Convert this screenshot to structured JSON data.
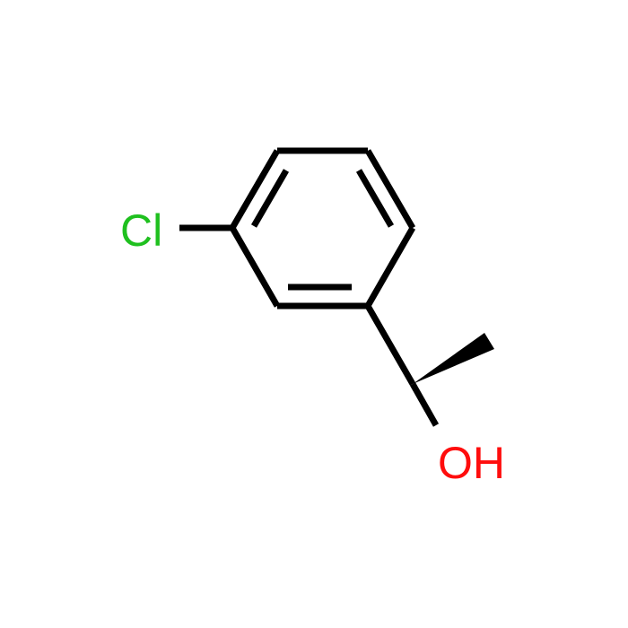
{
  "molecule": {
    "atoms": {
      "chlorine": {
        "symbol": "Cl",
        "color": "#1fc01f"
      },
      "hydroxyl": {
        "symbol": "OH",
        "color": "#ff0d0d"
      }
    },
    "bond_color": "#000000",
    "stereo_bond": "wedge",
    "background": "#ffffff"
  }
}
